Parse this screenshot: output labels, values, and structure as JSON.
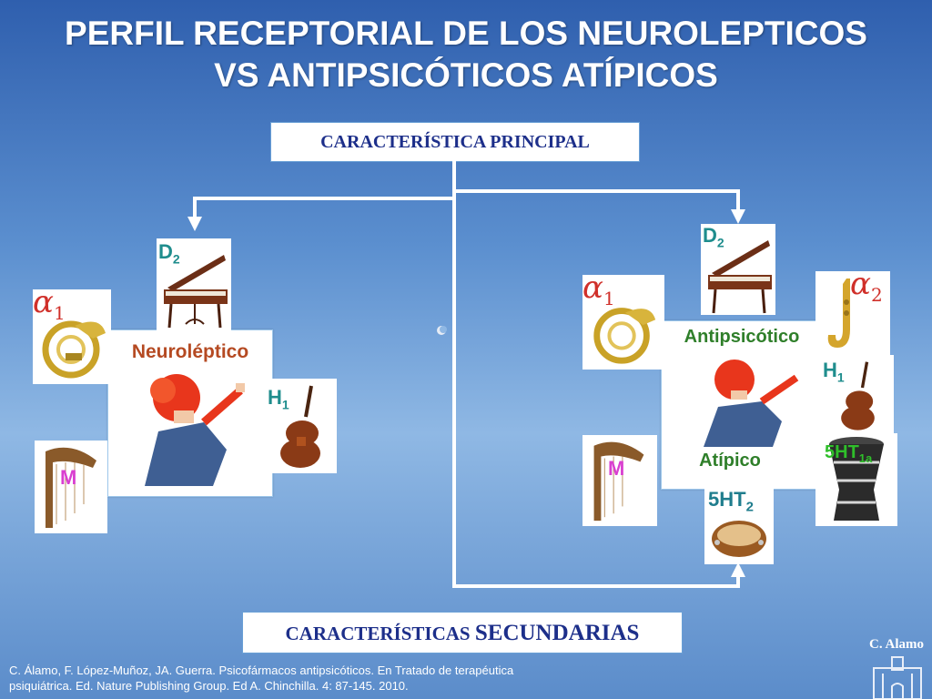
{
  "title": {
    "line1": "PERFIL RECEPTORIAL DE LOS NEUROLEPTICOS",
    "line2": "VS ANTIPSICÓTICOS ATÍPICOS"
  },
  "principal_box": "CARACTERÍSTICA PRINCIPAL",
  "secundarias_box": {
    "part1": "CARACTERÍSTICAS",
    "part2": "SECUNDARIAS"
  },
  "left": {
    "center_label": "Neuroléptico",
    "receptors": {
      "d2": {
        "base": "D",
        "sub": "2"
      },
      "alpha1": {
        "base": "α",
        "sub": "1"
      },
      "h1": {
        "base": "H",
        "sub": "1"
      },
      "m": "M"
    }
  },
  "right": {
    "center_label_top": "Antipsicótico",
    "center_label_bottom": "Atípico",
    "receptors": {
      "d2": {
        "base": "D",
        "sub": "2"
      },
      "alpha1": {
        "base": "α",
        "sub": "1"
      },
      "alpha2": {
        "base": "α",
        "sub": "2"
      },
      "h1": {
        "base": "H",
        "sub": "1"
      },
      "m": "M",
      "ht2": {
        "base": "5HT",
        "sub": "2"
      },
      "ht1a": {
        "base": "5HT",
        "sub": "1a"
      }
    }
  },
  "citation": {
    "line1": "C.  Álamo, F. López-Muñoz, JA. Guerra. Psicofármacos antipsicóticos.  En Tratado de terapéutica",
    "line2": "psiquiátrica. Ed. Nature Publishing Group. Ed A. Chinchilla. 4: 87-145. 2010."
  },
  "author_mark": "C. Alamo",
  "colors": {
    "title": "#ffffff",
    "box_text": "#1d2f8a",
    "teal": "#1f8d8d",
    "alpha": "#d0302a",
    "m": "#d93fd0"
  }
}
